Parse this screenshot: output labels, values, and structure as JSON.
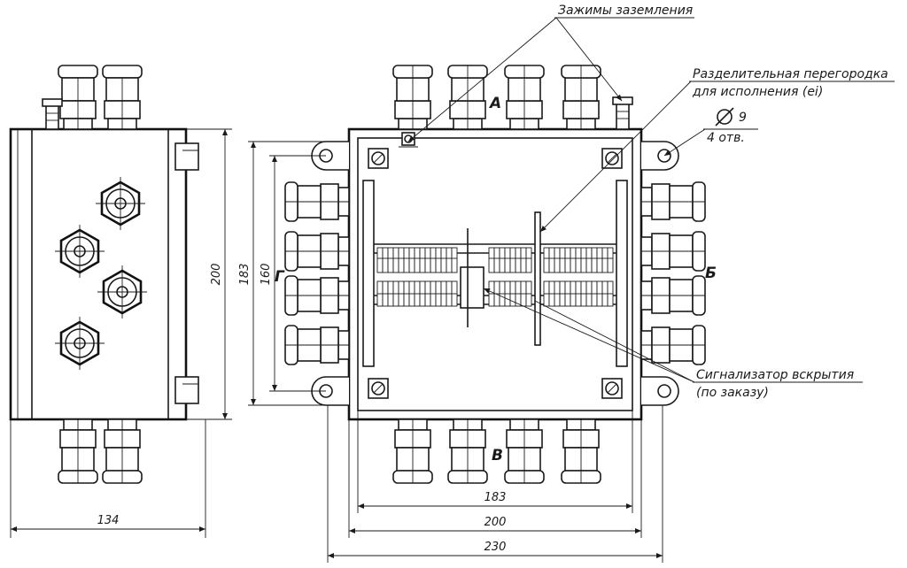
{
  "labels": {
    "grounding": "Зажимы заземления",
    "partition_1": "Разделительная перегородка",
    "partition_2": "для исполнения (ei)",
    "hole_dia": "9",
    "hole_count": "4 отв.",
    "sensor_1": "Сигнализатор вскрытия",
    "sensor_2": "(по заказу)"
  },
  "view_letters": {
    "top": "А",
    "right": "Б",
    "bottom": "В",
    "left": "Г"
  },
  "dimensions": {
    "side_height": "200",
    "inner_183_v": "183",
    "inner_160_v": "160",
    "side_width": "134",
    "front_183": "183",
    "front_200": "200",
    "front_230": "230"
  }
}
